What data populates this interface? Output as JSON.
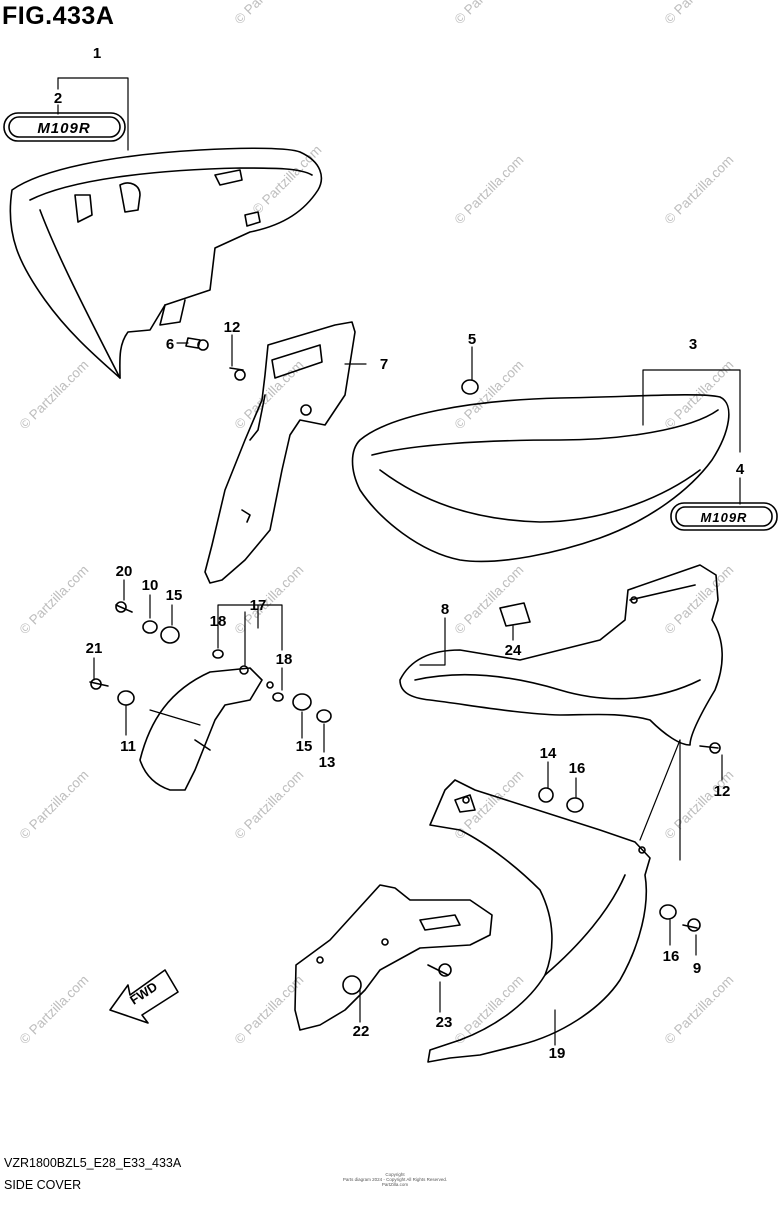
{
  "figure": {
    "title": "FIG.433A",
    "model_code": "VZR1800BZL5_E28_E33_433A",
    "section_name": "SIDE COVER",
    "copyright_lines": [
      "Copyright",
      "Parts diagram 2024 - Copyright All Rights Reserved.",
      "PartZilla.com"
    ]
  },
  "watermark": {
    "text": "© Partzilla.com",
    "color": "#bdbdbd"
  },
  "badges": {
    "emblem_text": "M109R"
  },
  "direction_arrow": {
    "label": "FWD"
  },
  "callouts": [
    {
      "id": "c1",
      "label": "1"
    },
    {
      "id": "c2",
      "label": "2"
    },
    {
      "id": "c3",
      "label": "3"
    },
    {
      "id": "c4",
      "label": "4"
    },
    {
      "id": "c5",
      "label": "5"
    },
    {
      "id": "c6",
      "label": "6"
    },
    {
      "id": "c7",
      "label": "7"
    },
    {
      "id": "c8",
      "label": "8"
    },
    {
      "id": "c9",
      "label": "9"
    },
    {
      "id": "c10",
      "label": "10"
    },
    {
      "id": "c11",
      "label": "11"
    },
    {
      "id": "c12a",
      "label": "12"
    },
    {
      "id": "c12b",
      "label": "12"
    },
    {
      "id": "c13",
      "label": "13"
    },
    {
      "id": "c14",
      "label": "14"
    },
    {
      "id": "c15a",
      "label": "15"
    },
    {
      "id": "c15b",
      "label": "15"
    },
    {
      "id": "c16a",
      "label": "16"
    },
    {
      "id": "c16b",
      "label": "16"
    },
    {
      "id": "c17",
      "label": "17"
    },
    {
      "id": "c18a",
      "label": "18"
    },
    {
      "id": "c18b",
      "label": "18"
    },
    {
      "id": "c19",
      "label": "19"
    },
    {
      "id": "c20",
      "label": "20"
    },
    {
      "id": "c21",
      "label": "21"
    },
    {
      "id": "c22",
      "label": "22"
    },
    {
      "id": "c23",
      "label": "23"
    },
    {
      "id": "c24",
      "label": "24"
    }
  ]
}
